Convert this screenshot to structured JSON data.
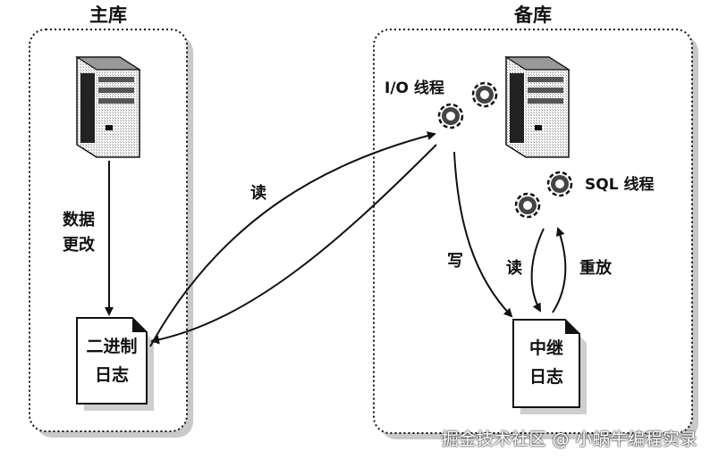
{
  "master": {
    "title": "主库",
    "data_change_label": [
      "数据",
      "更改"
    ],
    "binlog_label": [
      "二进制",
      "日志"
    ]
  },
  "replica": {
    "title": "备库",
    "io_thread_label": "I/O 线程",
    "sql_thread_label": "SQL 线程",
    "relay_log_label": [
      "中继",
      "日志"
    ]
  },
  "edges": {
    "io_read": "读",
    "io_write": "写",
    "sql_read": "读",
    "sql_replay": "重放"
  },
  "watermark": "掘金技术社区 @ 小蜗牛编程实录",
  "colors": {
    "ink": "#111111",
    "paper": "#ffffff",
    "shadow": "#bdbdbd"
  }
}
